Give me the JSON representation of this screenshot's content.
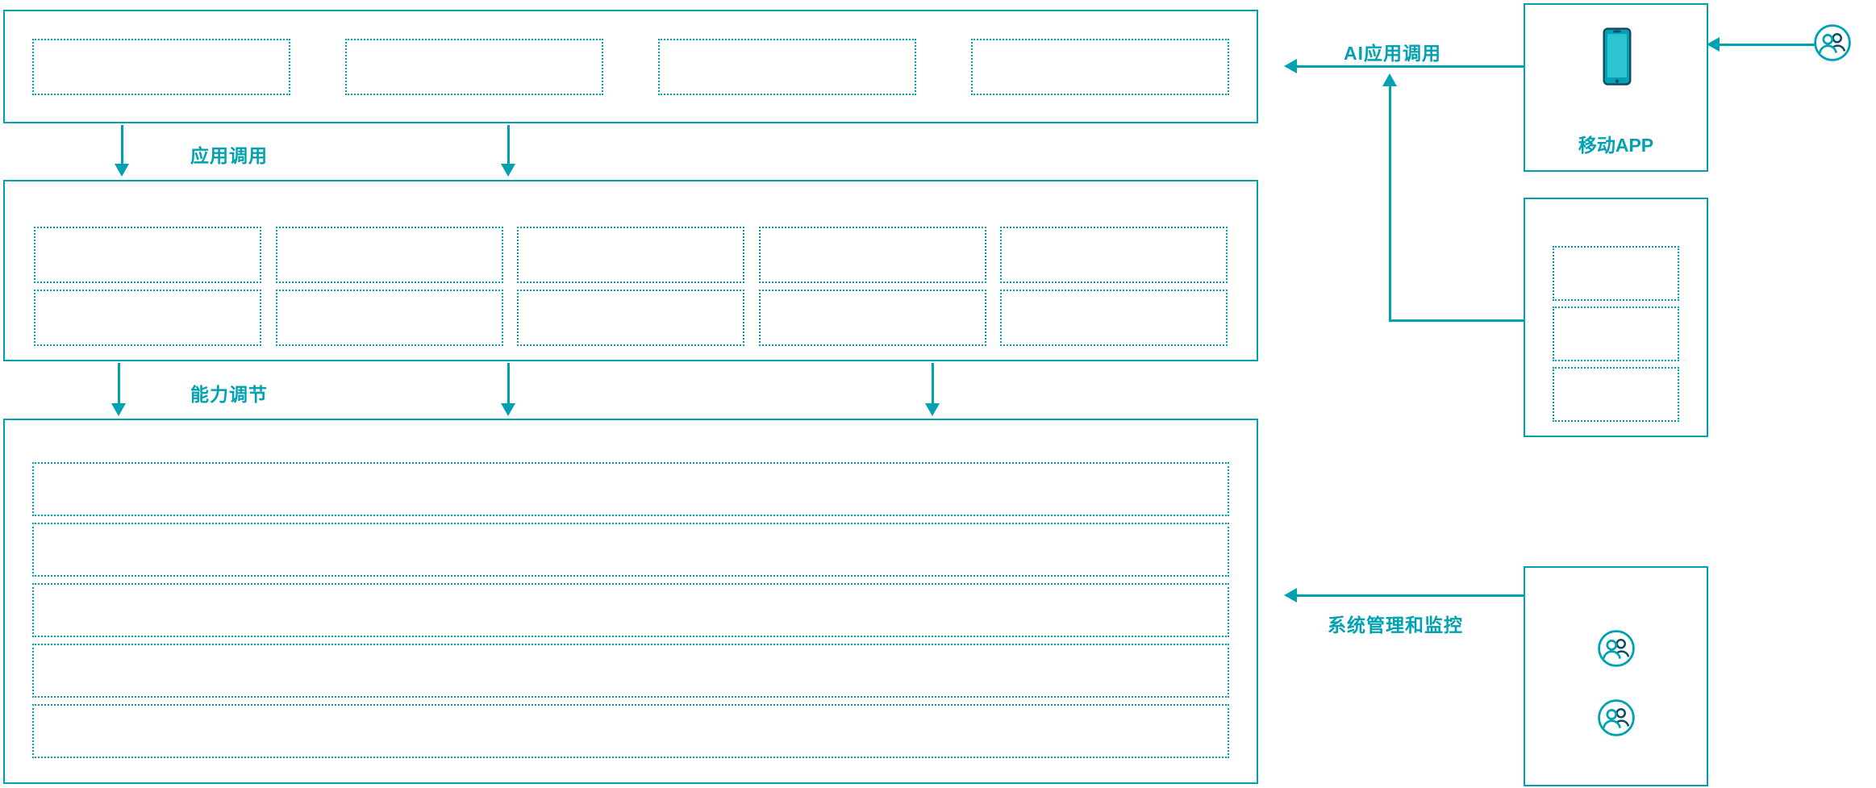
{
  "colors": {
    "accent_teal": "#00A2B1",
    "accent_dark": "#134A63",
    "phone_screen": "#2CC4D0",
    "background": "#FFFFFF"
  },
  "connectors": {
    "app_call_label": "应用调用",
    "capability_label": "能力调节",
    "ai_app_call_label": "AI应用调用",
    "system_monitor_label": "系统管理和监控"
  },
  "left_column": {
    "top_layer": {
      "placeholders": 4
    },
    "middle_layer": {
      "placeholders_per_row": 5,
      "rows": 2
    },
    "bottom_layer": {
      "rows": 5
    }
  },
  "right_column": {
    "mobile_app": {
      "label": "移动APP",
      "icon": "smartphone-icon"
    },
    "gateway_panel": {
      "placeholders": 3
    },
    "admin_panel": {
      "icons": [
        "users-icon",
        "users-icon"
      ]
    },
    "external_user": {
      "icon": "users-icon"
    }
  }
}
